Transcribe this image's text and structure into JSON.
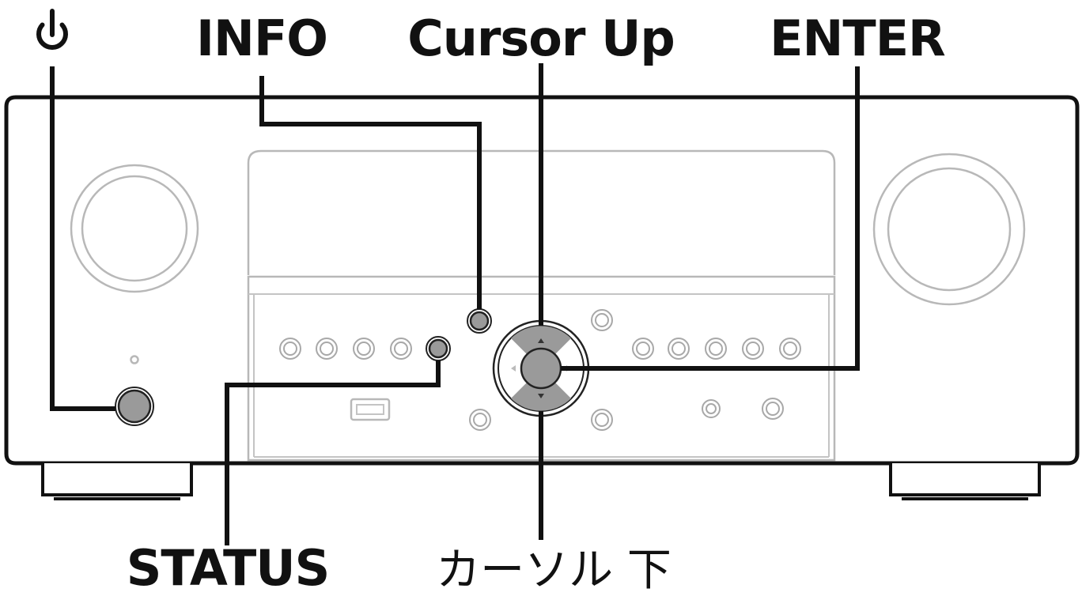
{
  "labels": {
    "power_symbol": "⏻",
    "info": "INFO",
    "cursor_up": "Cursor Up",
    "enter": "ENTER",
    "status": "STATUS",
    "cursor_down": "カーソル 下"
  },
  "colors": {
    "outline": "#111111",
    "device_gray": "#b8b8b8",
    "button_fill": "#9a9a9a"
  }
}
